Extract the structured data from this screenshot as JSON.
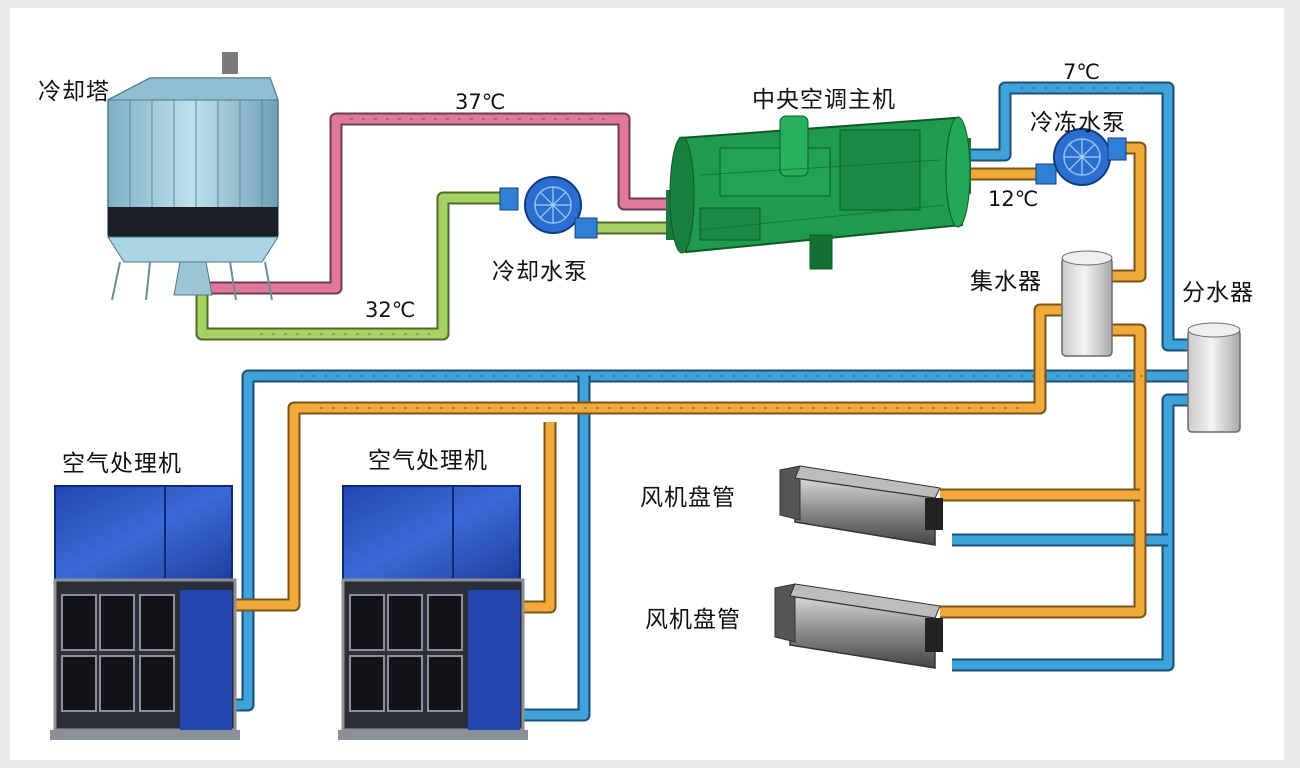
{
  "labels": {
    "cooling_tower": "冷却塔",
    "chiller": "中央空调主机",
    "cooling_pump": "冷却水泵",
    "chilled_pump": "冷冻水泵",
    "collector": "集水器",
    "distributor": "分水器",
    "ahu_left": "空气处理机",
    "ahu_right": "空气处理机",
    "fcu_top": "风机盘管",
    "fcu_bottom": "风机盘管"
  },
  "temps": {
    "cooling_supply": "37℃",
    "cooling_return": "32℃",
    "chilled_supply": "7℃",
    "chilled_return": "12℃"
  },
  "colors": {
    "cooling_hot": "#e0789a",
    "cooling_cool": "#9ccc5c",
    "chilled_supply": "#3a9fd4",
    "chilled_return": "#f0a830",
    "chiller_body": "#1e9a4e",
    "ahu_panel": "#2a4fb8",
    "pump_fan": "#2a6fd0"
  }
}
